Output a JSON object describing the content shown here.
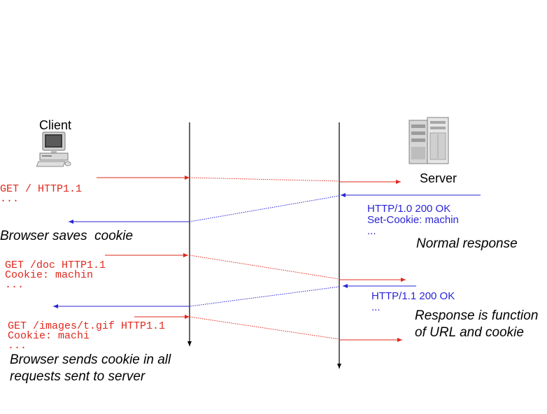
{
  "actors": {
    "client": "Client",
    "server": "Server"
  },
  "requests": {
    "r1": "GET / HTTP1.1\n...",
    "r2": "GET /doc HTTP1.1\nCookie: machin\n...",
    "r3": "GET /images/t.gif HTTP1.1\nCookie: machi\n..."
  },
  "responses": {
    "s1": "HTTP/1.0 200 OK\nSet-Cookie: machin\n...",
    "s2": "HTTP/1.1 200 OK\n..."
  },
  "notes": {
    "browser_saves": "Browser saves  cookie",
    "normal_response": "Normal response",
    "response_function": "Response is function\nof URL and cookie",
    "browser_sends": "Browser sends cookie in all\nrequests sent to server"
  },
  "colors": {
    "request": "#e0281e",
    "response": "#2a24d6",
    "timeline": "#000000"
  },
  "icons": {
    "client": "desktop-computer-icon",
    "server": "server-rack-icon"
  }
}
